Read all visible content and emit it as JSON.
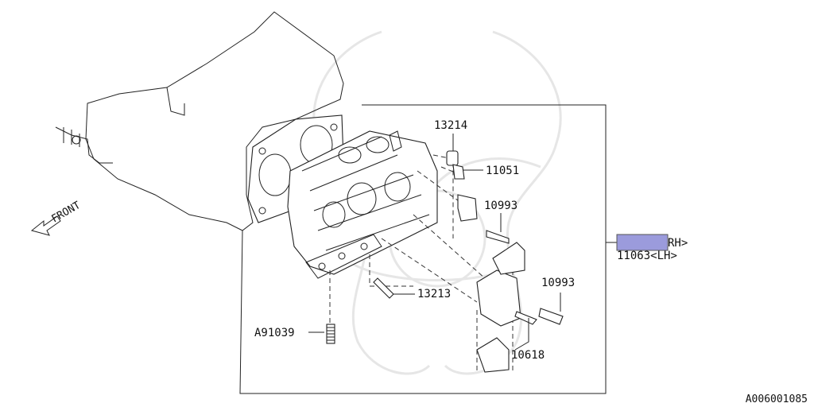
{
  "diagram": {
    "front_label": "FRONT",
    "figure_code": "A006001085",
    "parts": {
      "p13214": "13214",
      "p11051": "11051",
      "p10993a": "10993",
      "p10993b": "10993",
      "p13213": "13213",
      "pA91039": "A91039",
      "p10618": "10618",
      "p11063": "11063",
      "rh_suffix": "RH>",
      "lh_suffix": "<LH>"
    },
    "colors": {
      "highlight": "#9b9bdc",
      "line": "#222222"
    }
  }
}
